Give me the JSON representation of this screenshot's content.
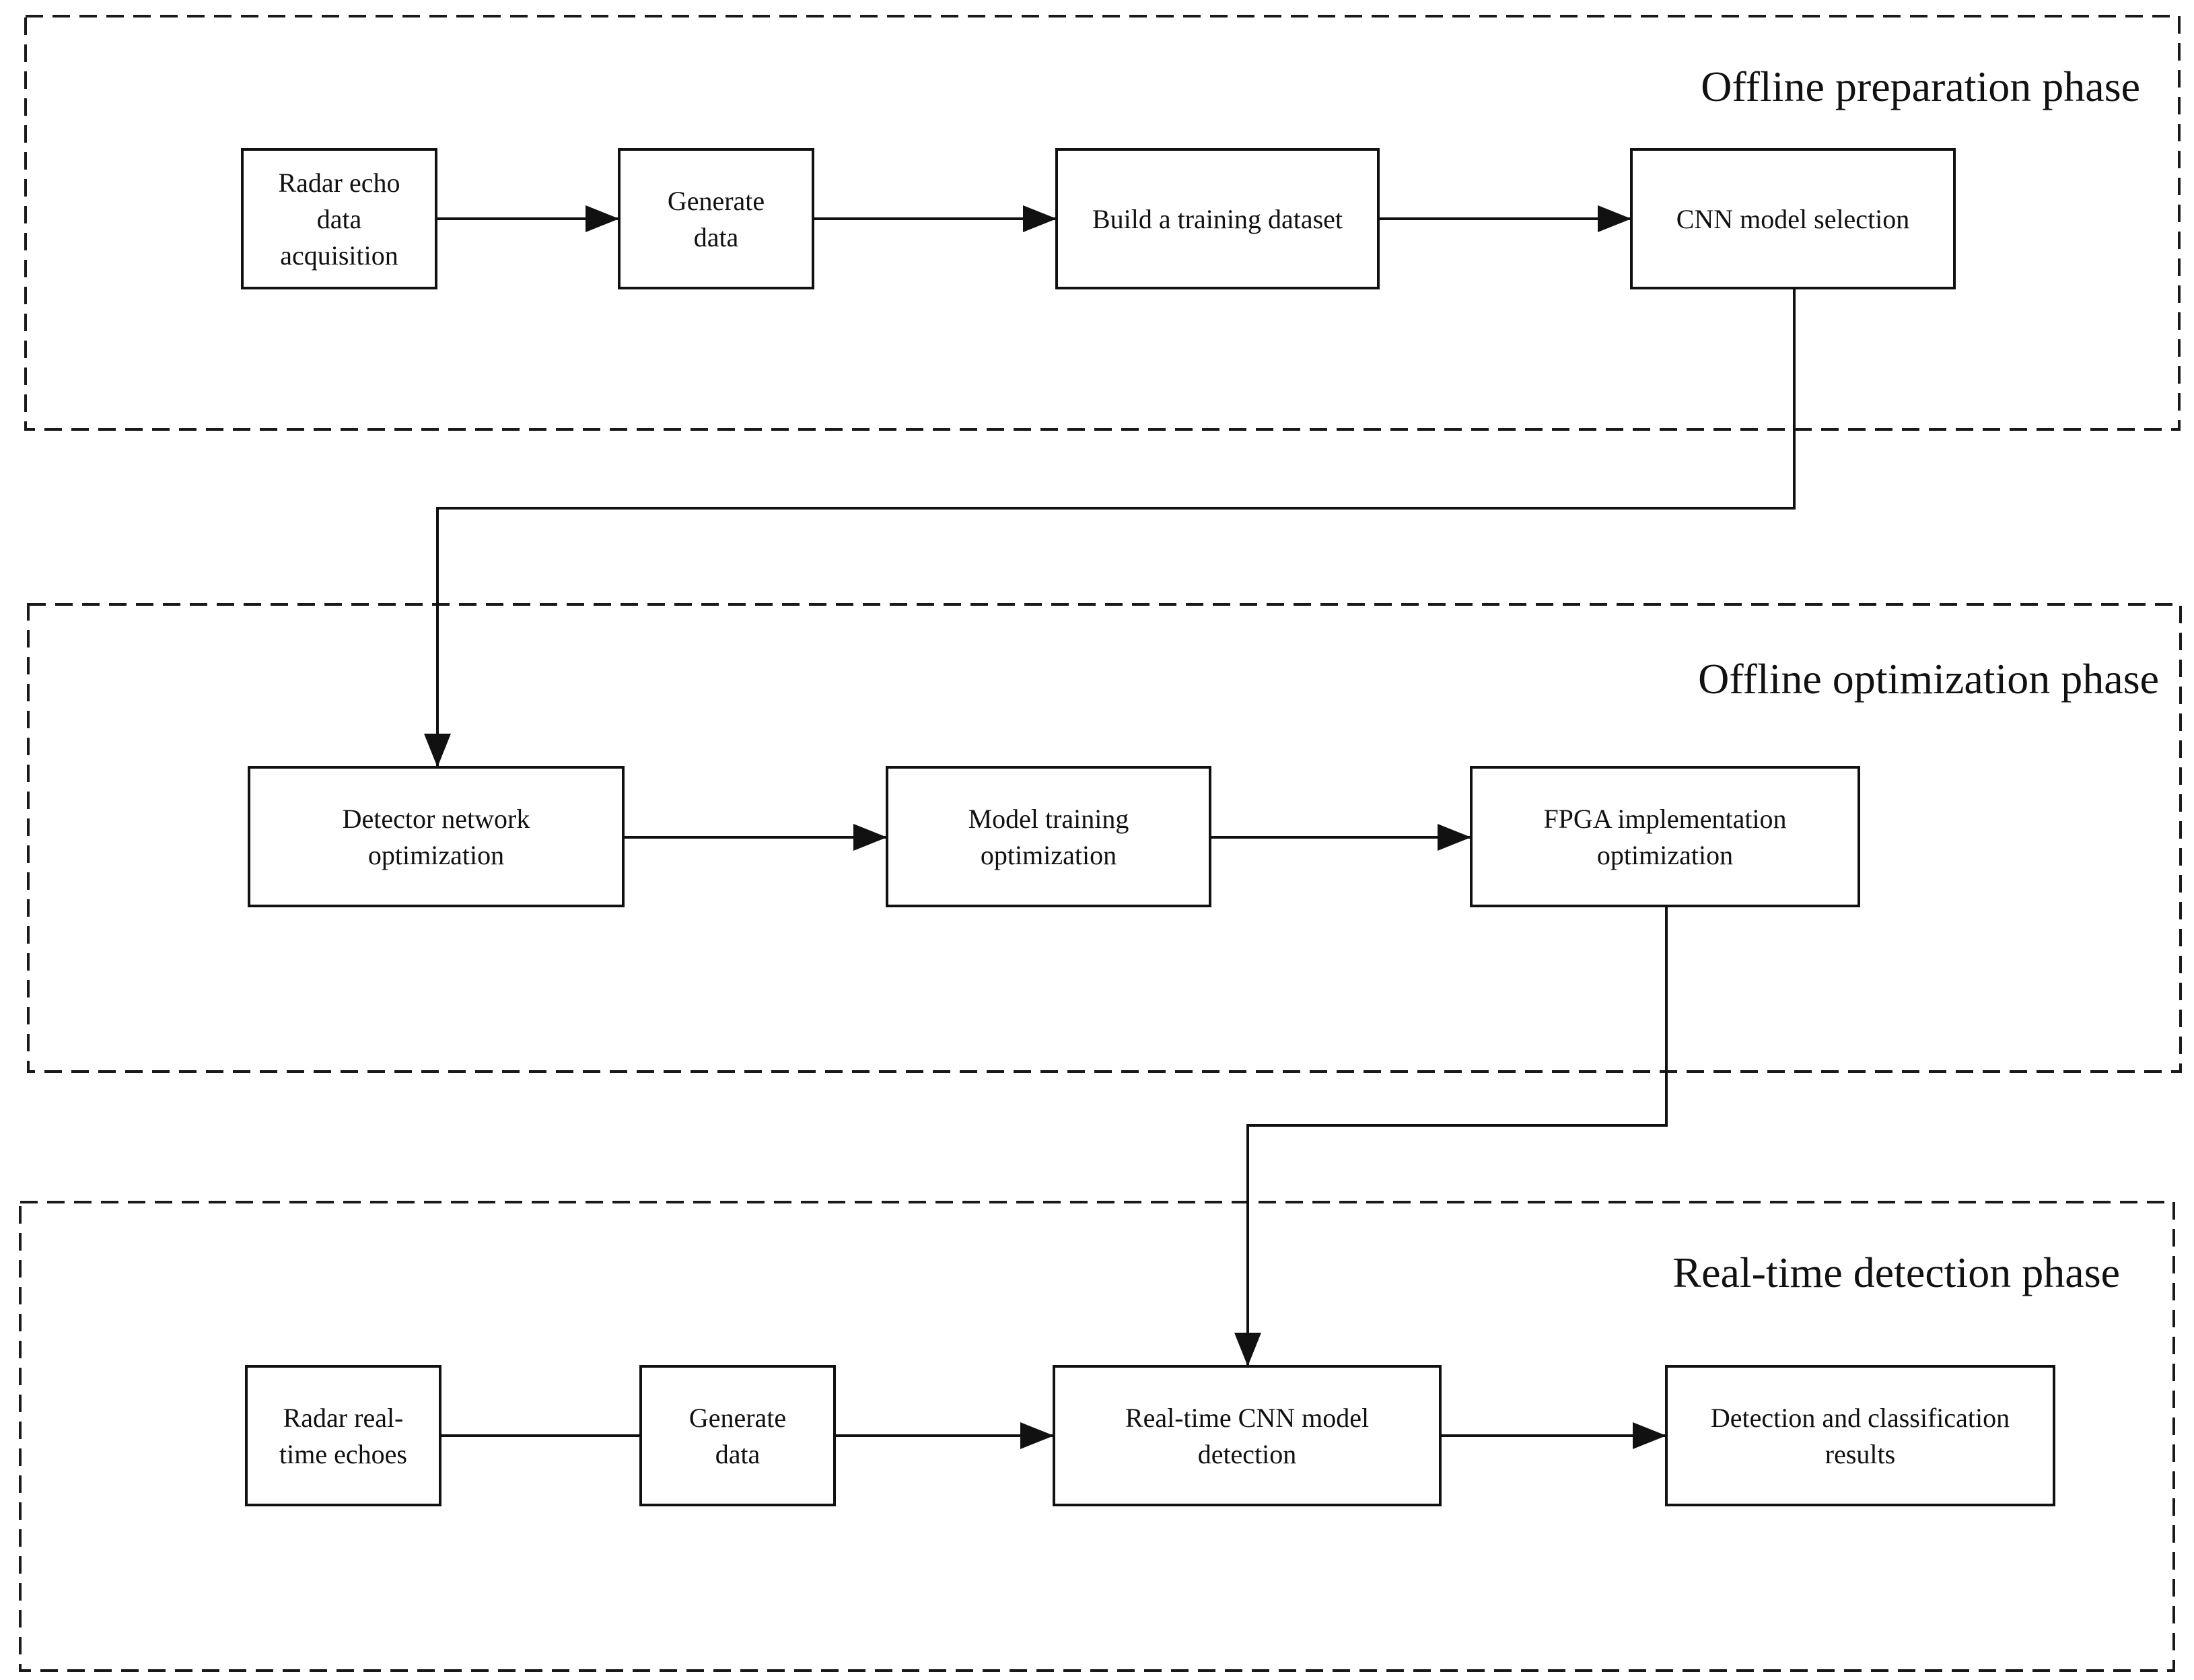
{
  "phases": {
    "preparation": {
      "title": "Offline preparation phase"
    },
    "optimization": {
      "title": "Offline optimization phase"
    },
    "detection": {
      "title": "Real-time detection phase"
    }
  },
  "nodes": {
    "radar_echo_acquisition": [
      "Radar echo",
      "data",
      "acquisition"
    ],
    "generate_data_offline": [
      "Generate",
      "data"
    ],
    "build_training_dataset": [
      "Build a training dataset"
    ],
    "cnn_model_selection": [
      "CNN model selection"
    ],
    "detector_network_optimization": [
      "Detector network",
      "optimization"
    ],
    "model_training_optimization": [
      "Model training",
      "optimization"
    ],
    "fpga_implementation_optimization": [
      "FPGA implementation",
      "optimization"
    ],
    "radar_realtime_echoes": [
      "Radar real-",
      "time echoes"
    ],
    "generate_data_realtime": [
      "Generate",
      "data"
    ],
    "realtime_cnn_detection": [
      "Real-time CNN model",
      "detection"
    ],
    "detection_classification_results": [
      "Detection and classification",
      "results"
    ]
  },
  "colors": {
    "stroke": "#111111",
    "background": "#ffffff"
  }
}
